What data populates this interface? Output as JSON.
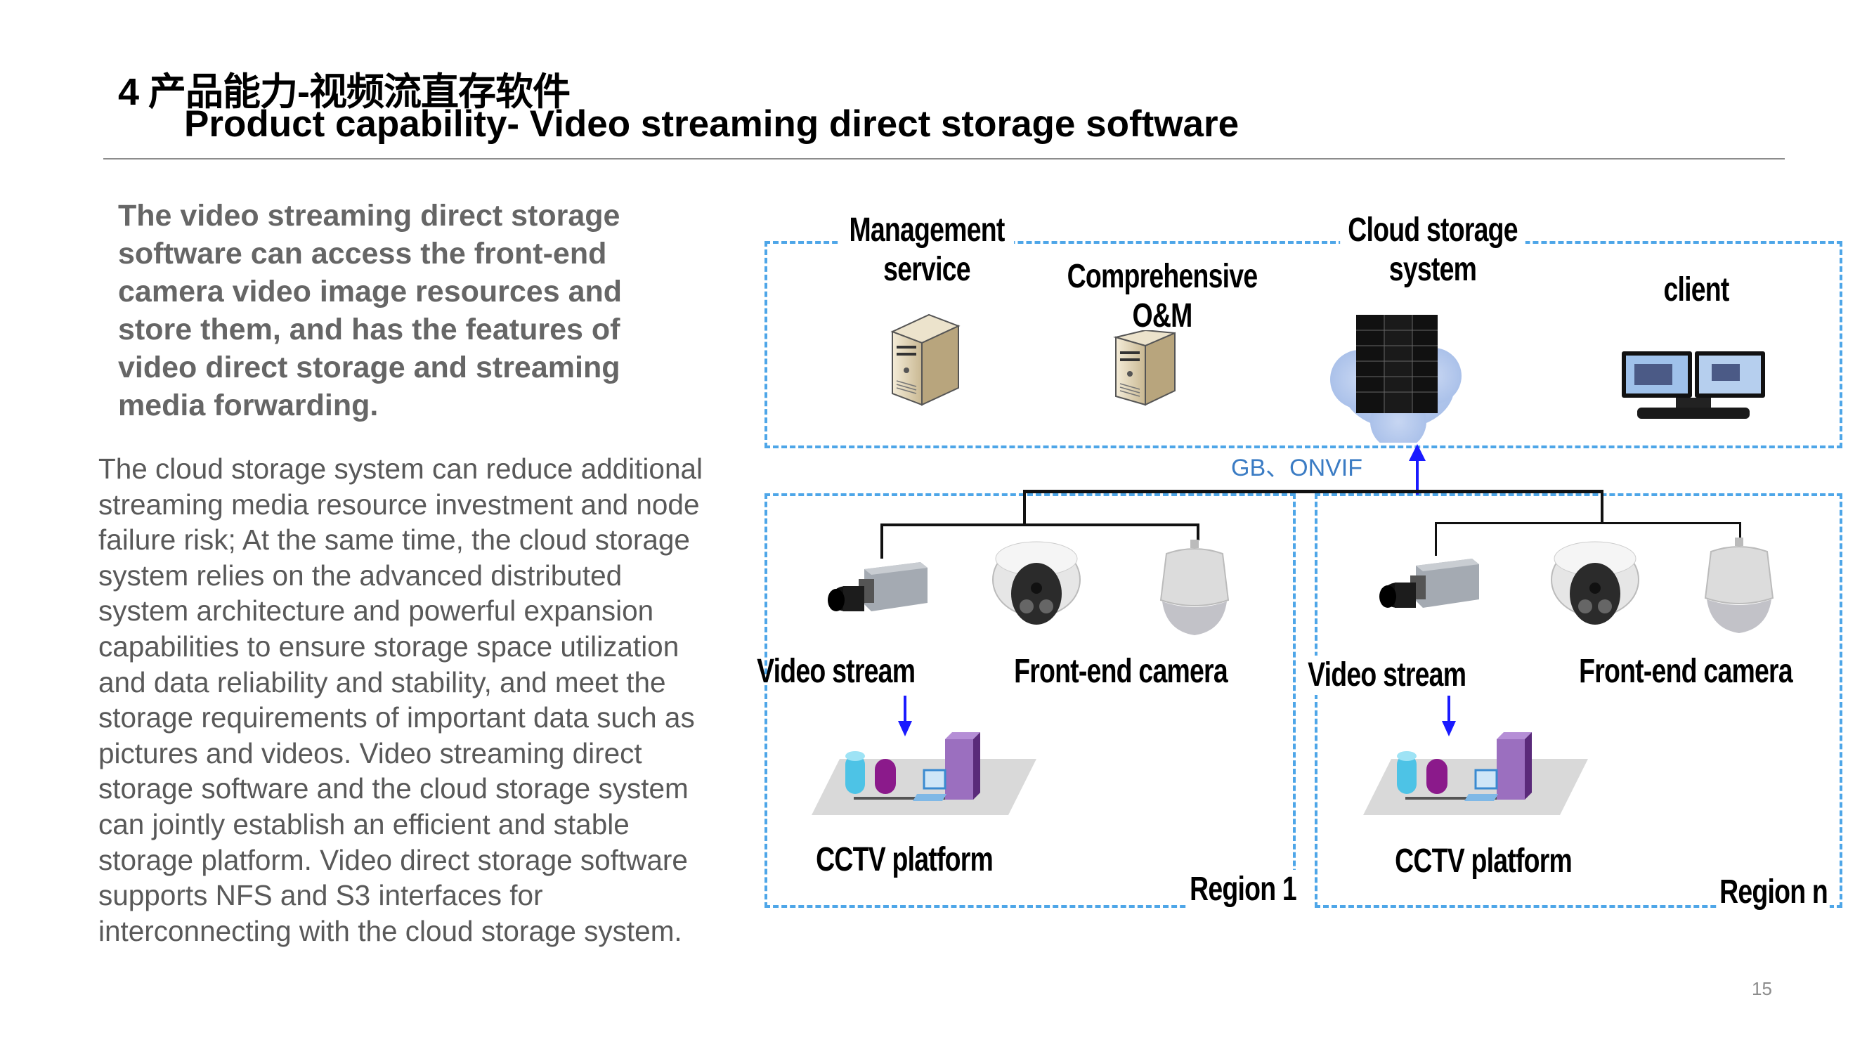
{
  "slide": {
    "title_cn": "4 产品能力-视频流直存软件",
    "title_en": "Product capability- Video streaming direct storage software",
    "page_number": "15"
  },
  "left_column": {
    "lead_lines": [
      "The video streaming direct storage",
      "software can access the front-end",
      "camera video image resources and",
      "store them, and has the features of",
      "video direct storage and streaming",
      "media forwarding."
    ],
    "body_lines": [
      "The cloud storage system can reduce additional",
      "streaming media resource investment and node",
      "failure risk; At the same time, the cloud storage",
      "system relies on the advanced distributed",
      "system architecture and powerful expansion",
      "capabilities to ensure storage space utilization",
      "and data reliability and stability, and meet the",
      "storage requirements of important data such as",
      "pictures and videos. Video streaming direct",
      "storage software and the cloud storage system",
      "can jointly establish an efficient and stable",
      "storage platform. Video direct storage software",
      "supports NFS and S3 interfaces for",
      "interconnecting with the cloud storage system."
    ]
  },
  "diagram": {
    "colors": {
      "dashed_border": "#4ea6e8",
      "arrow": "#1a1aff",
      "protocol_text": "#3b7cc4",
      "connector": "#111111"
    },
    "top_group": {
      "management_service": [
        "Management",
        "service"
      ],
      "comprehensive_om": [
        "Comprehensive",
        "O&M"
      ],
      "cloud_storage": [
        "Cloud storage",
        "system"
      ],
      "client": "client"
    },
    "protocol_label": "GB、ONVIF",
    "regions": [
      {
        "name": "Region 1",
        "video_stream_label": "Video stream",
        "front_end_camera_label": "Front-end camera",
        "platform_label": "CCTV platform",
        "camera_icons": [
          "box-camera-icon",
          "dome-camera-icon",
          "ptz-camera-icon"
        ]
      },
      {
        "name": "Region n",
        "video_stream_label": "Video stream",
        "front_end_camera_label": "Front-end camera",
        "platform_label": "CCTV platform",
        "camera_icons": [
          "box-camera-icon",
          "dome-camera-icon",
          "ptz-camera-icon"
        ]
      }
    ]
  }
}
